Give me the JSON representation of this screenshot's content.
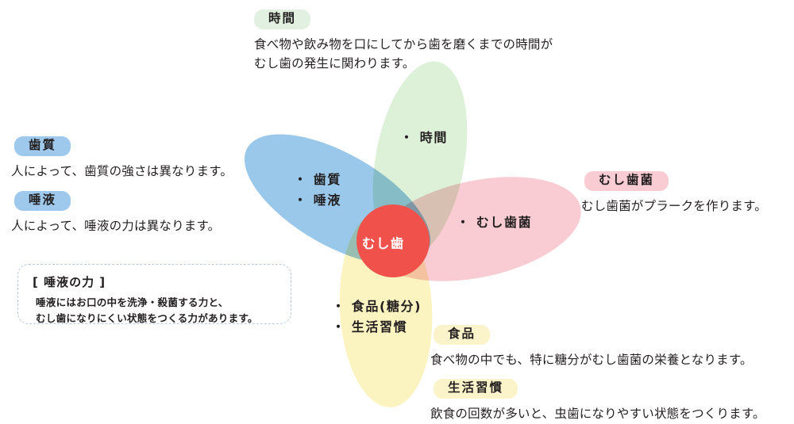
{
  "colors": {
    "background": "#ffffff",
    "text": "#231f20",
    "badge_blue": "#9ec9ec",
    "badge_green": "#e1f0e1",
    "badge_pink": "#f8ccd2",
    "badge_yellow": "#fbf3c9",
    "lobe_blue": "#9ac8ea",
    "lobe_green": "#ddf0d8",
    "lobe_pink": "#f8ccd2",
    "lobe_yellow": "#fbf3c0",
    "core_red": "#f0524b",
    "note_border": "#b9cbdb"
  },
  "callouts": {
    "time": {
      "badge": "時間",
      "lines": [
        "食べ物や飲み物を口にしてから歯を磨くまでの時間が",
        "むし歯の発生に関わります。"
      ]
    },
    "tooth_quality": {
      "badge": "歯質",
      "lines": [
        "人によって、歯質の強さは異なります。"
      ]
    },
    "saliva": {
      "badge": "唾液",
      "lines": [
        "人によって、唾液の力は異なります。"
      ]
    },
    "bacteria": {
      "badge": "むし歯菌",
      "lines": [
        "むし歯菌がプラークを作ります。"
      ]
    },
    "food": {
      "badge": "食品",
      "lines": [
        "食べ物の中でも、特に糖分がむし歯菌の栄養となります。"
      ]
    },
    "lifestyle": {
      "badge": "生活習慣",
      "lines": [
        "飲食の回数が多いと、虫歯になりやすい状態をつくります。"
      ]
    }
  },
  "note": {
    "title": "[ 唾液の力 ]",
    "lines": [
      "唾液にはお口の中を洗浄・殺菌する力と、",
      "むし歯になりにくい状態をつくる力があります。"
    ]
  },
  "venn": {
    "core_label": "むし歯",
    "lobes": [
      {
        "key": "blue",
        "color": "#9ac8ea",
        "items": [
          "・ 歯質",
          "・ 唾液"
        ]
      },
      {
        "key": "green",
        "color": "#ddf0d8",
        "items": [
          "・ 時間"
        ]
      },
      {
        "key": "pink",
        "color": "#f8ccd2",
        "items": [
          "・ むし歯菌"
        ]
      },
      {
        "key": "yellow",
        "color": "#fbf3c0",
        "items": [
          "・ 食品(糖分)",
          "・ 生活習慣"
        ]
      }
    ]
  }
}
